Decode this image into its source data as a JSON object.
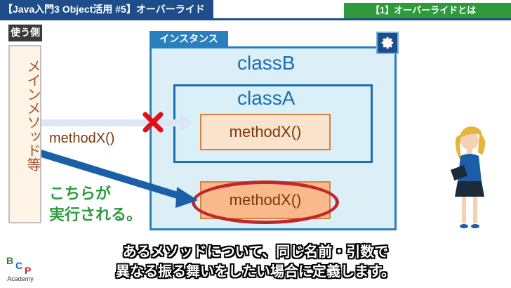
{
  "header": {
    "title": "【Java入門3 Object活用 #5】オーバーライド",
    "section": "【1】オーバーライドとは"
  },
  "user_side": {
    "label": "使う側",
    "text": "メインメソッド等"
  },
  "instance": {
    "tab_label": "インスタンス",
    "settings_icon": "gear-icon",
    "classB": "classB",
    "classA": "classA",
    "methodA": "methodX()",
    "methodB": "methodX()"
  },
  "call": {
    "label": "methodX()",
    "blocked_icon": "cross-icon"
  },
  "note": {
    "line1": "こちらが",
    "line2": "実行される。"
  },
  "logo": {
    "letters": "BCP",
    "text": "Academy"
  },
  "subtitle": {
    "line1": "あるメソッドについて、同じ名前・引数で",
    "line2": "異なる振る舞いをしたい場合に定義します。"
  },
  "colors": {
    "header_blue": "#1e4d8c",
    "section_green": "#2e9a3c",
    "instance_blue": "#2a7fbf",
    "highlight_red": "#c0272d",
    "method_orange": "#f9b98a"
  }
}
